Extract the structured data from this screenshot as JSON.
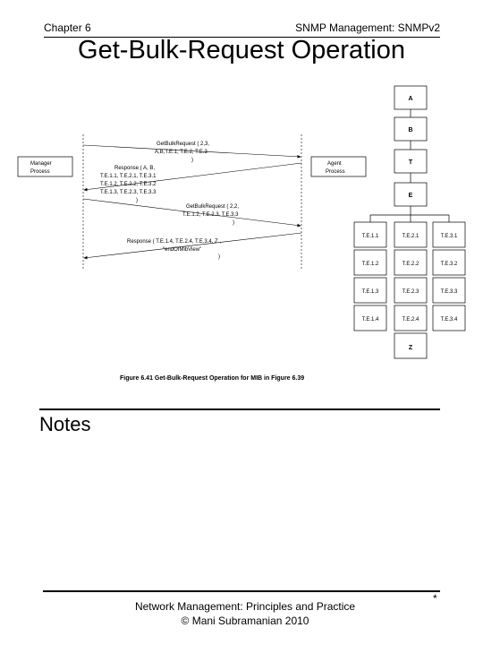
{
  "header": {
    "chapter": "Chapter 6",
    "topic": "SNMP Management: SNMPv2"
  },
  "title": "Get-Bulk-Request Operation",
  "figure": {
    "manager_lines": [
      "Manager",
      "Process"
    ],
    "agent_lines": [
      "Agent",
      "Process"
    ],
    "messages": {
      "request1": [
        "GetBulkRequest ( 2,3,",
        "A,B,T.E.1, T.E.2, T.E.3",
        ")"
      ],
      "response1": [
        "Response ( A, B,",
        "T.E.1.1, T.E.2.1, T.E.3.1",
        "T.E.1.2, T.E.2.2, T.E.3.2",
        "T.E.1.3, T.E.2.3, T.E.3.3",
        ")"
      ],
      "request2": [
        "GetBulkRequest ( 2,2,",
        "T.E.1.2, T.E.2.3, T.E.3.3",
        ")"
      ],
      "response2": [
        "Response ( T.E.1.4, T.E.2.4, T.E.3.4, Z ,",
        "\"endOfMibView\"",
        ")"
      ]
    },
    "mib_nodes": {
      "a": "A",
      "b": "B",
      "t": "T",
      "e": "E",
      "z": "Z"
    },
    "mib_table": [
      [
        "T.E.1.1",
        "T.E.2.1",
        "T.E.3.1"
      ],
      [
        "T.E.1.2",
        "T.E.2.2",
        "T.E.3.2"
      ],
      [
        "T.E.1.3",
        "T.E.2.3",
        "T.E.3.3"
      ],
      [
        "T.E.1.4",
        "T.E.2.4",
        "T.E.3.4"
      ]
    ],
    "caption": "Figure 6.41  Get-Bulk-Request Operation for MIB in Figure 6.39"
  },
  "notes_heading": "Notes",
  "footer": {
    "line1": "Network Management: Principles and Practice",
    "line2": "© Mani Subramanian 2010",
    "page_marker": "*"
  }
}
